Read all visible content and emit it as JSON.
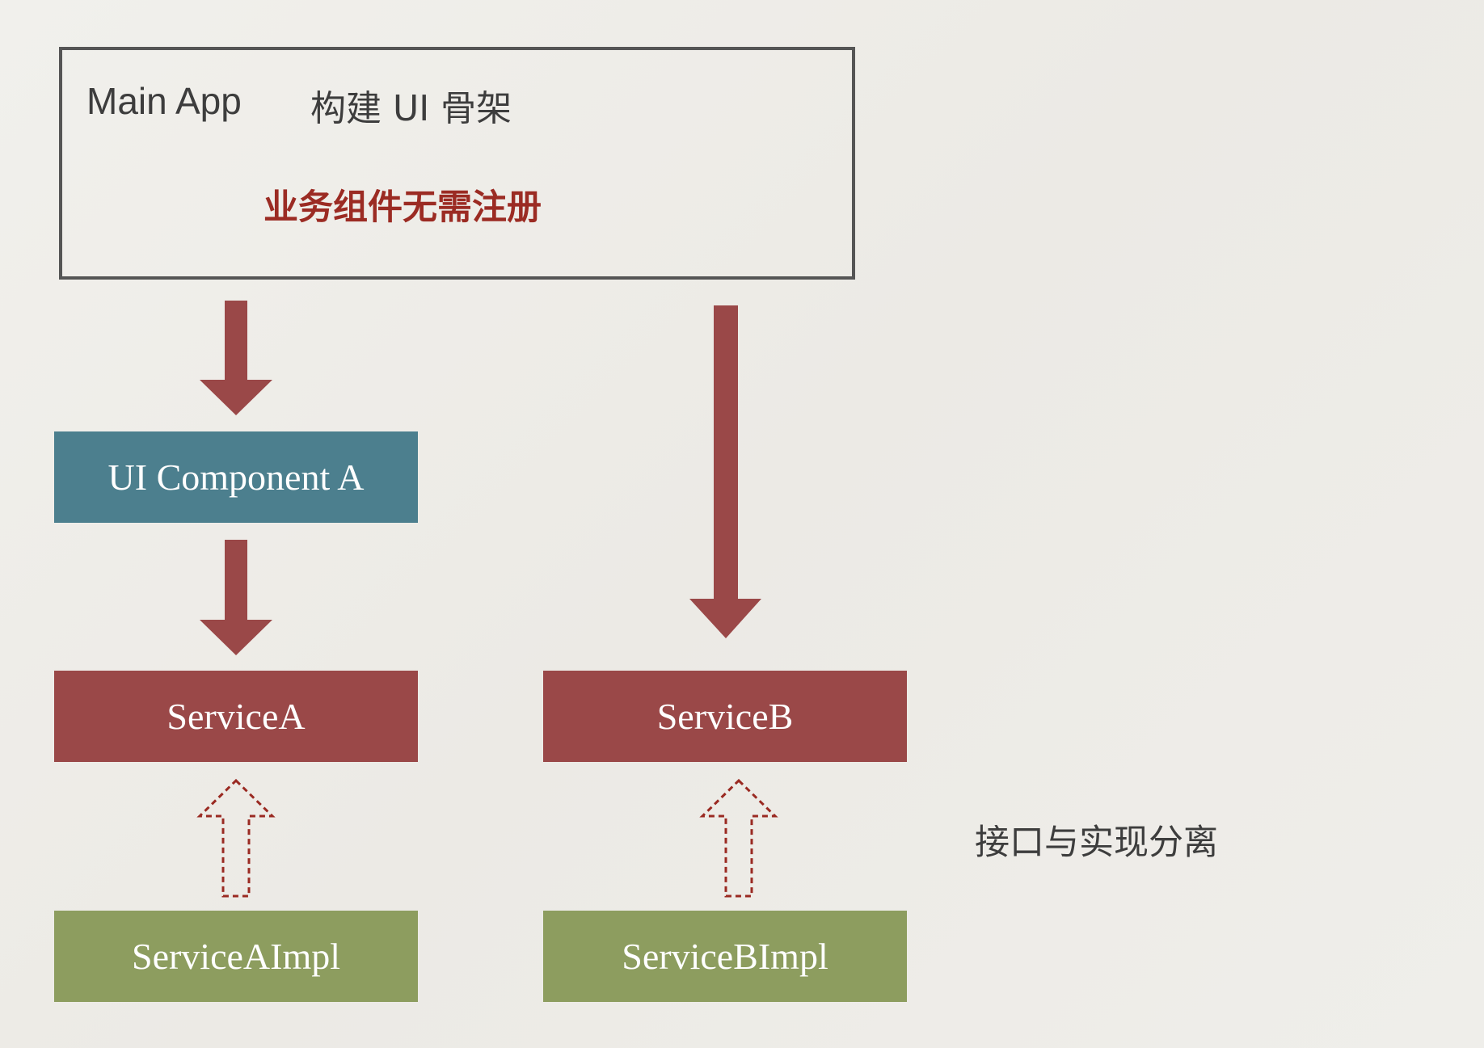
{
  "main_app": {
    "title": "Main App",
    "subtitle": "构建 UI 骨架",
    "note": "业务组件无需注册"
  },
  "nodes": {
    "ui_component_a": "UI Component A",
    "service_a": "ServiceA",
    "service_b": "ServiceB",
    "service_a_impl": "ServiceAImpl",
    "service_b_impl": "ServiceBImpl"
  },
  "side_note": "接口与实现分离",
  "colors": {
    "arrow_solid": "#9a4848",
    "arrow_dashed": "#9a2a22",
    "ui_component": "#4c7f8e",
    "service": "#9a4848",
    "impl": "#8d9d5f",
    "note_red": "#9b2b23"
  }
}
